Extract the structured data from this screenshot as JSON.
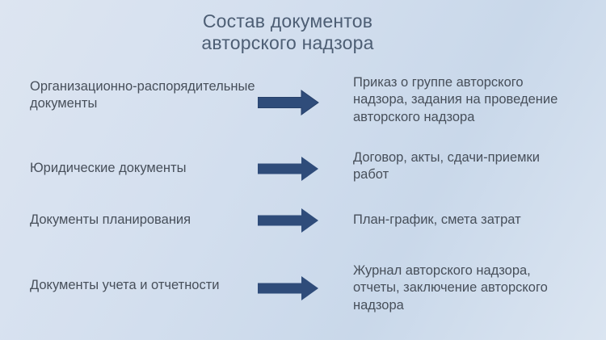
{
  "slide": {
    "title": {
      "line1": "Состав документов",
      "line2": "авторского надзора"
    },
    "rows": [
      {
        "left": "Организационно-распорядительные документы",
        "right": "Приказ о группе авторского надзора, задания на проведение авторского надзора"
      },
      {
        "left": "Юридические документы",
        "right": "Договор, акты, сдачи-приемки работ"
      },
      {
        "left": "Документы планирования",
        "right": "План-график, смета затрат"
      },
      {
        "left": "Документы учета и отчетности",
        "right": "Журнал авторского надзора, отчеты, заключение авторского надзора"
      }
    ],
    "colors": {
      "arrow_fill": "#2f4c7a",
      "arrow_edge": "#27406a",
      "title_text": "#4d5e74",
      "body_text": "#474f5a"
    }
  }
}
